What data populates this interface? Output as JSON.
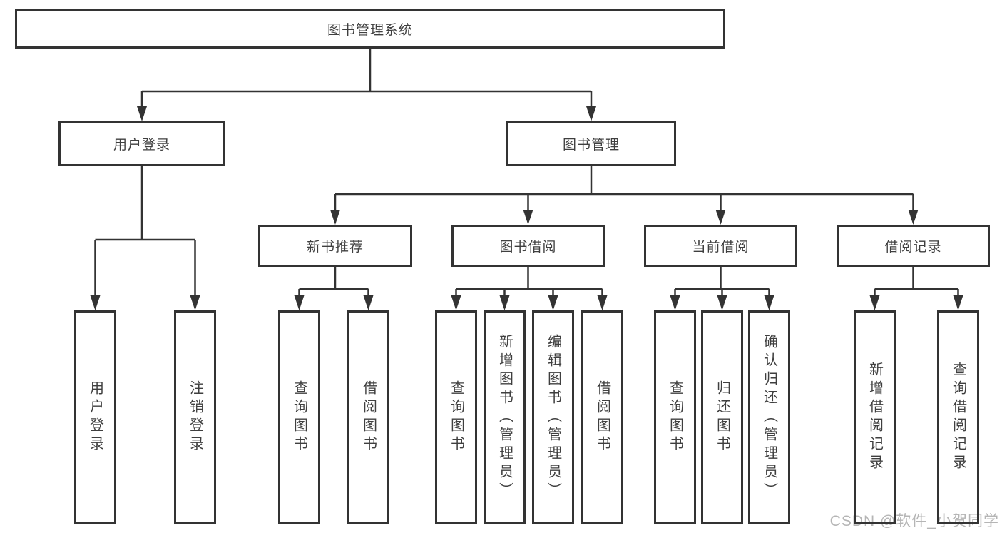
{
  "diagram": {
    "root": {
      "label": "图书管理系统"
    },
    "branches": [
      {
        "label": "用户登录",
        "children": [
          {
            "label": "用户登录"
          },
          {
            "label": "注销登录"
          }
        ]
      },
      {
        "label": "图书管理",
        "children": [
          {
            "label": "新书推荐",
            "children": [
              {
                "label": "查询图书"
              },
              {
                "label": "借阅图书"
              }
            ]
          },
          {
            "label": "图书借阅",
            "children": [
              {
                "label": "查询图书"
              },
              {
                "label": "新增图书（管理员）"
              },
              {
                "label": "编辑图书（管理员）"
              },
              {
                "label": "借阅图书"
              }
            ]
          },
          {
            "label": "当前借阅",
            "children": [
              {
                "label": "查询图书"
              },
              {
                "label": "归还图书"
              },
              {
                "label": "确认归还（管理员）"
              }
            ]
          },
          {
            "label": "借阅记录",
            "children": [
              {
                "label": "新增借阅记录"
              },
              {
                "label": "查询借阅记录"
              }
            ]
          }
        ]
      }
    ]
  },
  "watermark": {
    "text": "CSDN @软件_小贺同学"
  },
  "colors": {
    "line": "#333333",
    "node_border": "#333333",
    "node_text": "#3f3f3f",
    "background": "#ffffff",
    "watermark": "#b5b5b5"
  }
}
